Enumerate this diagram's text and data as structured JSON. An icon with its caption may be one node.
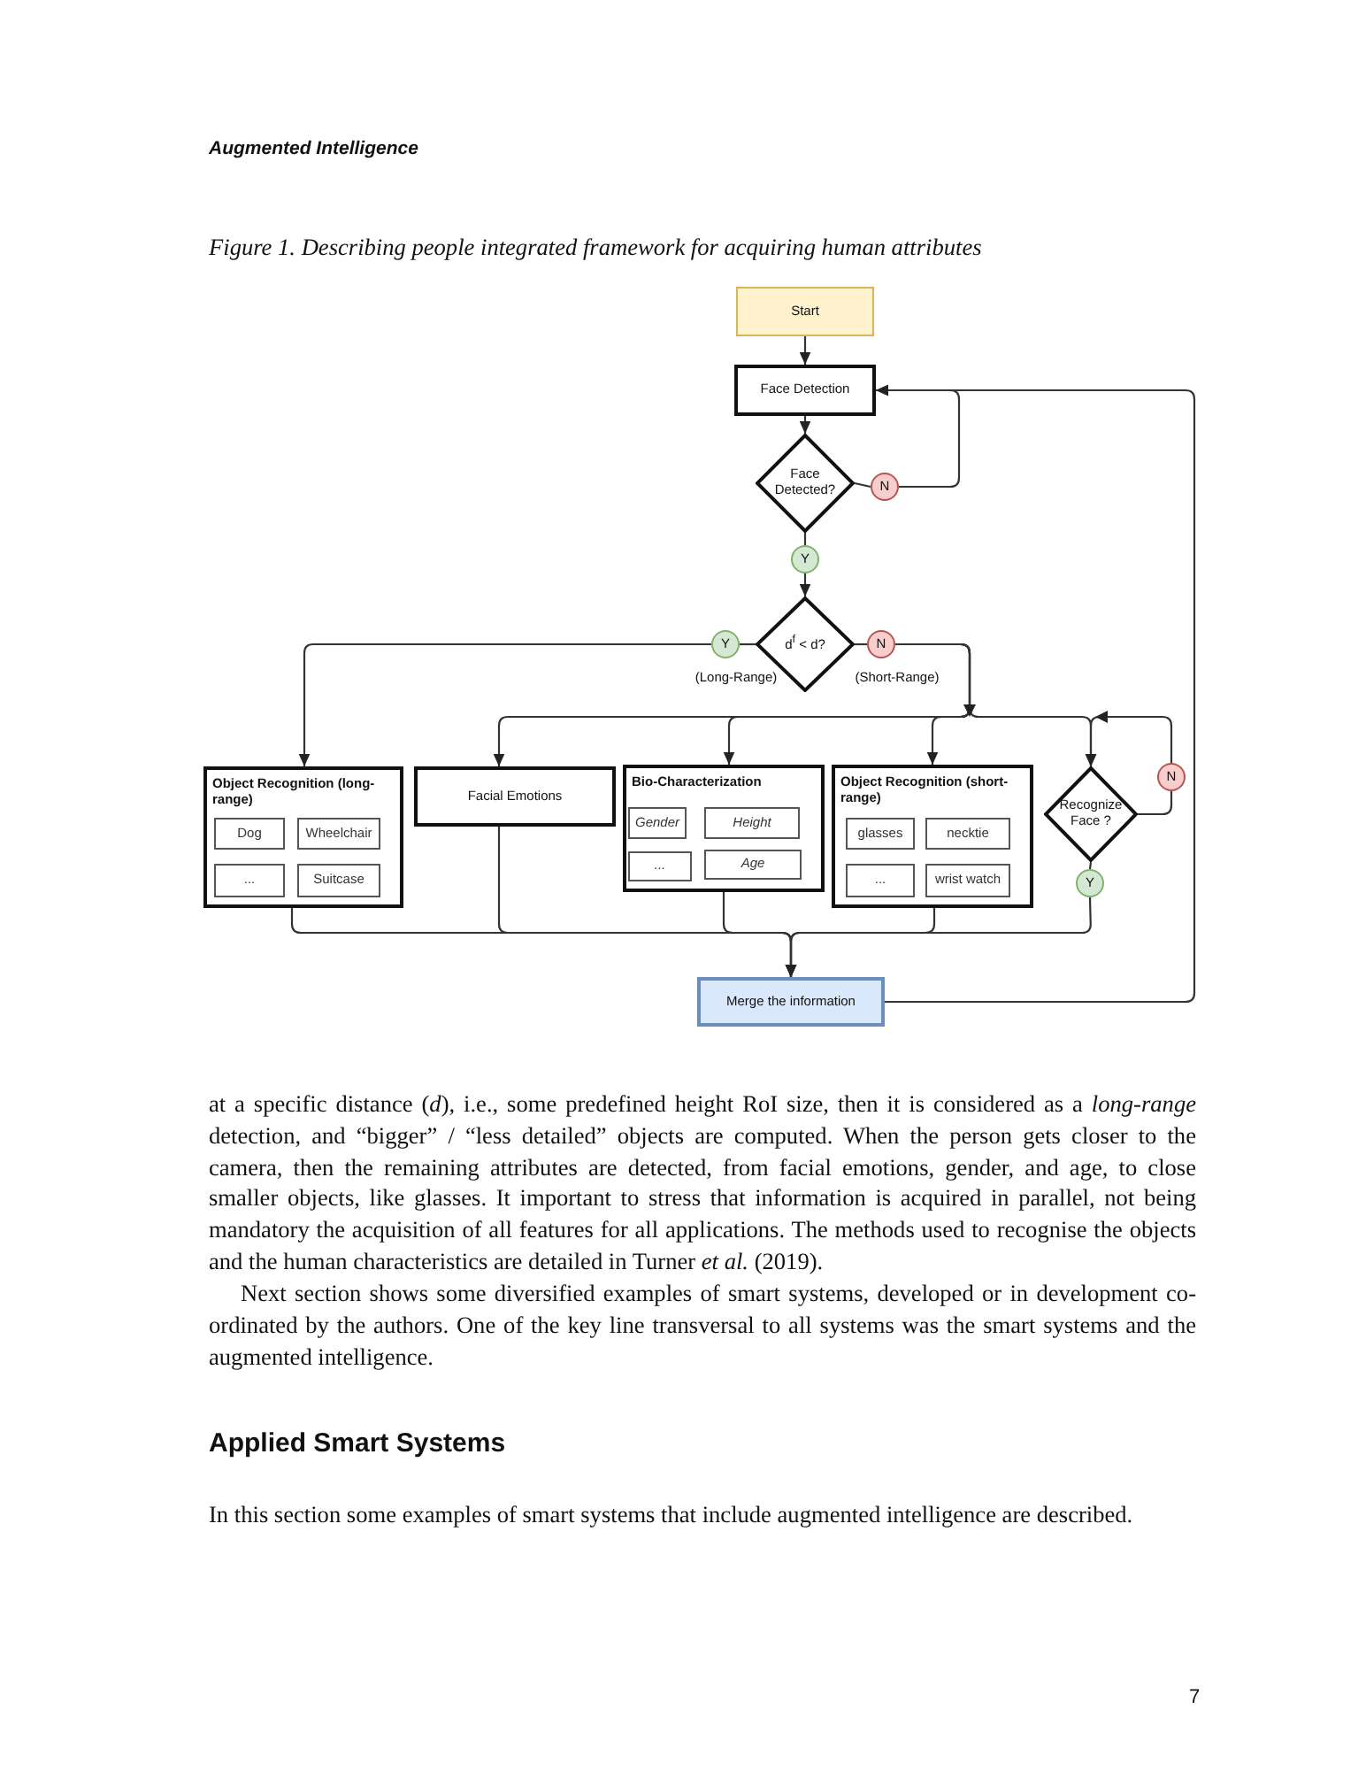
{
  "diagram": {
    "caption": "Figure 1. Describing people integrated framework for acquiring human attributes",
    "nodes": [
      {
        "text": [
          "Start"
        ]
      },
      {
        "text": [
          "Face Detection"
        ]
      },
      {
        "text": [
          "Face Detected?"
        ]
      },
      {
        "text": [
          "N"
        ]
      },
      {
        "text": [
          "Y"
        ]
      },
      {
        "text": [
          "d$^{f}$ < d?"
        ]
      },
      {
        "text": [
          "Y"
        ]
      },
      {
        "text": [
          "N"
        ]
      },
      {
        "text": [
          "Object Recognition (long-range)"
        ]
      },
      {
        "text": [
          "Dog"
        ],
        "in": 8
      },
      {
        "text": [
          "Wheelchair"
        ],
        "in": 8
      },
      {
        "text": [
          "..."
        ],
        "in": 8
      },
      {
        "text": [
          "Suitcase"
        ],
        "in": 8
      },
      {
        "text": [
          "Facial Emotions"
        ]
      },
      {
        "text": [
          "Bio-Characterization"
        ]
      },
      {
        "text": [
          "Gender"
        ],
        "in": 14
      },
      {
        "text": [
          "Height"
        ],
        "in": 14
      },
      {
        "text": [
          "..."
        ],
        "in": 14
      },
      {
        "text": [
          "Age"
        ],
        "in": 14
      },
      {
        "text": [
          "Object Recognition (short-range)"
        ]
      },
      {
        "text": [
          "glasses"
        ],
        "in": 19
      },
      {
        "text": [
          "necktie"
        ],
        "in": 19
      },
      {
        "text": [
          "..."
        ],
        "in": 19
      },
      {
        "text": [
          "wrist watch"
        ],
        "in": 19
      },
      {
        "text": [
          "Recognize Face ?"
        ]
      },
      {
        "text": [
          "N"
        ]
      },
      {
        "text": [
          "Y"
        ]
      },
      {
        "text": [
          "Merge the information"
        ]
      }
    ],
    "edges": [
      {
        "from": 0,
        "to": 1,
        "arrow": "to"
      },
      {
        "from": 1,
        "to": 2,
        "arrow": "to"
      },
      {
        "from": 2,
        "to": 3,
        "arrow": "none"
      },
      {
        "from": 3,
        "to": 1,
        "arrow": "to"
      },
      {
        "from": 2,
        "to": 4,
        "arrow": "none"
      },
      {
        "from": 4,
        "to": 5,
        "arrow": "to"
      },
      {
        "from": 5,
        "to": 6,
        "arrow": "none"
      },
      {
        "from": 6,
        "to": 8,
        "arrow": "to"
      },
      {
        "from": 5,
        "to": 7,
        "arrow": "none"
      },
      {
        "from": 7,
        "to": 13,
        "arrow": "to"
      },
      {
        "from": 7,
        "to": 14,
        "arrow": "to"
      },
      {
        "from": 7,
        "to": 19,
        "arrow": "to"
      },
      {
        "from": 7,
        "to": 24,
        "arrow": "to"
      },
      {
        "from": 24,
        "to": 25,
        "arrow": "none"
      },
      {
        "from": 25,
        "to": 24,
        "arrow": "to"
      },
      {
        "from": 24,
        "to": 26,
        "arrow": "none"
      },
      {
        "from": 8,
        "to": 27,
        "arrow": "to"
      },
      {
        "from": 13,
        "to": 27,
        "arrow": "to"
      },
      {
        "from": 14,
        "to": 27,
        "arrow": "to"
      },
      {
        "from": 19,
        "to": 27,
        "arrow": "to"
      },
      {
        "from": 26,
        "to": 27,
        "arrow": "to"
      },
      {
        "from": 27,
        "to": 1,
        "arrow": "to"
      }
    ],
    "labels": [
      "Augmented Intelligence",
      "(Long-Range)",
      "(Short-Range)",
      "at a specific distance (*d*), i.e., some predefined height RoI size, then it is considered as a *long-range* detection, and “bigger” / “less detailed” objects are computed. When the person gets closer to the camera, then the remaining attributes are detected, from facial emotions, gender, and age, to close smaller objects, like glasses. It important to stress that information is acquired in parallel, not being mandatory the acquisition of all features for all applications. The methods used to recognise the objects and the human characteristics are detailed in Turner *et al.* (2019).",
      "Next section shows some diversified examples of smart systems, developed or in development co-ordinated by the authors. One of the key line transversal to all systems was the smart systems and the augmented intelligence.",
      "Applied Smart Systems",
      "In this section some examples of smart systems that include augmented intelligence are described.",
      "7"
    ]
  }
}
